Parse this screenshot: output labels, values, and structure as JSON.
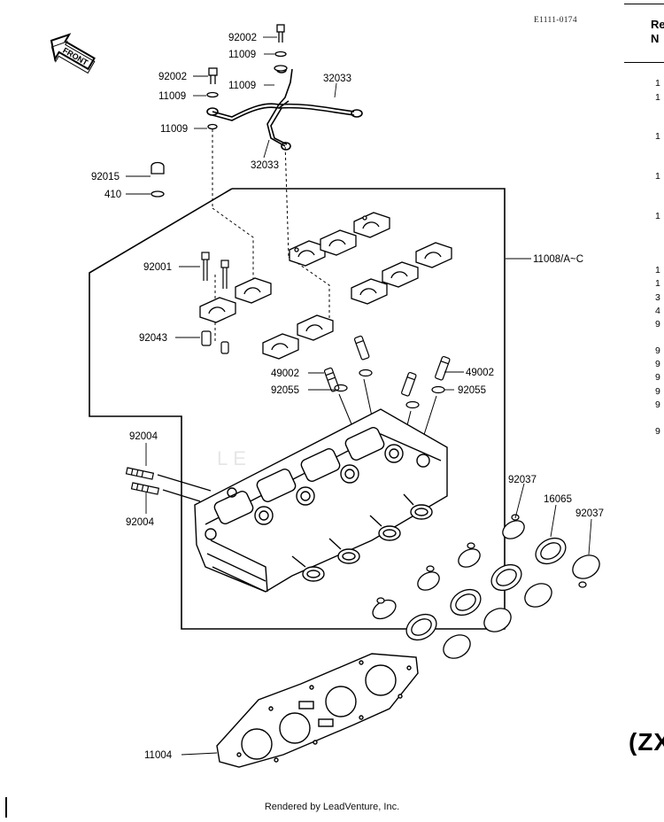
{
  "diagram_code": "E1111-0174",
  "front_label": "FRONT",
  "watermark": "LE",
  "parts": {
    "p92002a": "92002",
    "p11009a": "11009",
    "p92002b": "92002",
    "p11009b": "11009",
    "p11009c": "11009",
    "p32033a": "32033",
    "p11009d": "11009",
    "p32033b": "32033",
    "p92015": "92015",
    "p410": "410",
    "p11008": "11008/A~C",
    "p92001": "92001",
    "p92043": "92043",
    "p49002a": "49002",
    "p49002b": "49002",
    "p92055a": "92055",
    "p92055b": "92055",
    "p92004a": "92004",
    "p92004b": "92004",
    "p92037a": "92037",
    "p16065": "16065",
    "p92037b": "92037",
    "p11004": "11004"
  },
  "ref_column": {
    "header_line1": "Re",
    "header_line2": "N",
    "fragments": [
      "1",
      "1",
      "1",
      "1",
      "1",
      "1",
      "1",
      "3",
      "4",
      "9",
      "9",
      "9",
      "9",
      "9",
      "9",
      "9"
    ]
  },
  "model_fragment": "(ZX",
  "footer": "Rendered by LeadVenture, Inc."
}
